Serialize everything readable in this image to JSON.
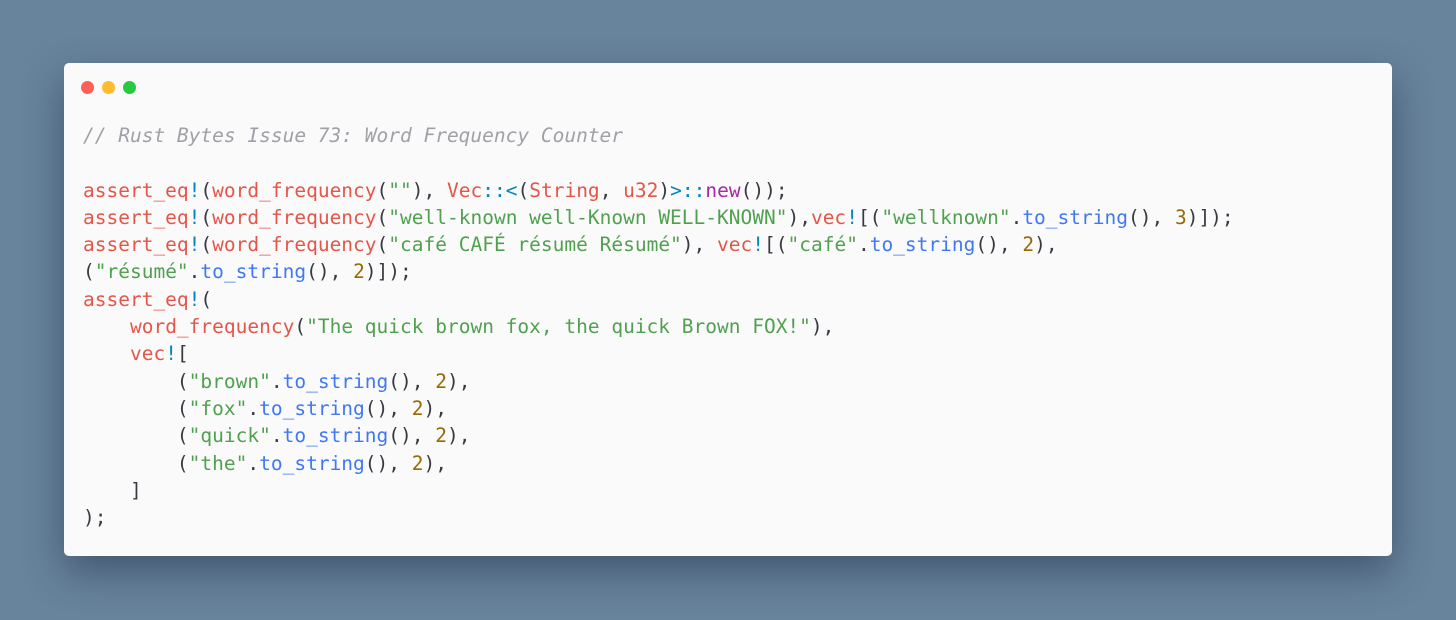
{
  "window": {
    "controls": {
      "close_color": "#ff5f57",
      "minimize_color": "#febc2e",
      "maximize_color": "#28c840"
    }
  },
  "code": {
    "language": "rust",
    "lines": [
      [
        {
          "t": "// Rust Bytes Issue 73: Word Frequency Counter",
          "k": "comment"
        }
      ],
      [],
      [
        {
          "t": "assert_eq",
          "k": "macro"
        },
        {
          "t": "!",
          "k": "bang"
        },
        {
          "t": "(",
          "k": "plain"
        },
        {
          "t": "word_frequency",
          "k": "ident"
        },
        {
          "t": "(",
          "k": "plain"
        },
        {
          "t": "\"\"",
          "k": "str"
        },
        {
          "t": "), ",
          "k": "plain"
        },
        {
          "t": "Vec",
          "k": "ident"
        },
        {
          "t": "::<",
          "k": "op"
        },
        {
          "t": "(",
          "k": "plain"
        },
        {
          "t": "String",
          "k": "ident"
        },
        {
          "t": ", ",
          "k": "plain"
        },
        {
          "t": "u32",
          "k": "ident"
        },
        {
          "t": ")",
          "k": "plain"
        },
        {
          "t": ">::",
          "k": "op"
        },
        {
          "t": "new",
          "k": "kw"
        },
        {
          "t": "());",
          "k": "plain"
        }
      ],
      [
        {
          "t": "assert_eq",
          "k": "macro"
        },
        {
          "t": "!",
          "k": "bang"
        },
        {
          "t": "(",
          "k": "plain"
        },
        {
          "t": "word_frequency",
          "k": "ident"
        },
        {
          "t": "(",
          "k": "plain"
        },
        {
          "t": "\"well-known well-Known WELL-KNOWN\"",
          "k": "str"
        },
        {
          "t": "),",
          "k": "plain"
        },
        {
          "t": "vec",
          "k": "macro"
        },
        {
          "t": "!",
          "k": "bang"
        },
        {
          "t": "[(",
          "k": "plain"
        },
        {
          "t": "\"wellknown\"",
          "k": "str"
        },
        {
          "t": ".",
          "k": "plain"
        },
        {
          "t": "to_string",
          "k": "method"
        },
        {
          "t": "(), ",
          "k": "plain"
        },
        {
          "t": "3",
          "k": "num"
        },
        {
          "t": ")]);",
          "k": "plain"
        }
      ],
      [
        {
          "t": "assert_eq",
          "k": "macro"
        },
        {
          "t": "!",
          "k": "bang"
        },
        {
          "t": "(",
          "k": "plain"
        },
        {
          "t": "word_frequency",
          "k": "ident"
        },
        {
          "t": "(",
          "k": "plain"
        },
        {
          "t": "\"café CAFÉ résumé Résumé\"",
          "k": "str"
        },
        {
          "t": "), ",
          "k": "plain"
        },
        {
          "t": "vec",
          "k": "macro"
        },
        {
          "t": "!",
          "k": "bang"
        },
        {
          "t": "[(",
          "k": "plain"
        },
        {
          "t": "\"café\"",
          "k": "str"
        },
        {
          "t": ".",
          "k": "plain"
        },
        {
          "t": "to_string",
          "k": "method"
        },
        {
          "t": "(), ",
          "k": "plain"
        },
        {
          "t": "2",
          "k": "num"
        },
        {
          "t": "),",
          "k": "plain"
        }
      ],
      [
        {
          "t": "(",
          "k": "plain"
        },
        {
          "t": "\"résumé\"",
          "k": "str"
        },
        {
          "t": ".",
          "k": "plain"
        },
        {
          "t": "to_string",
          "k": "method"
        },
        {
          "t": "(), ",
          "k": "plain"
        },
        {
          "t": "2",
          "k": "num"
        },
        {
          "t": ")]);",
          "k": "plain"
        }
      ],
      [
        {
          "t": "assert_eq",
          "k": "macro"
        },
        {
          "t": "!",
          "k": "bang"
        },
        {
          "t": "(",
          "k": "plain"
        }
      ],
      [
        {
          "t": "    ",
          "k": "plain"
        },
        {
          "t": "word_frequency",
          "k": "ident"
        },
        {
          "t": "(",
          "k": "plain"
        },
        {
          "t": "\"The quick brown fox, the quick Brown FOX!\"",
          "k": "str"
        },
        {
          "t": "),",
          "k": "plain"
        }
      ],
      [
        {
          "t": "    ",
          "k": "plain"
        },
        {
          "t": "vec",
          "k": "macro"
        },
        {
          "t": "!",
          "k": "bang"
        },
        {
          "t": "[",
          "k": "plain"
        }
      ],
      [
        {
          "t": "        (",
          "k": "plain"
        },
        {
          "t": "\"brown\"",
          "k": "str"
        },
        {
          "t": ".",
          "k": "plain"
        },
        {
          "t": "to_string",
          "k": "method"
        },
        {
          "t": "(), ",
          "k": "plain"
        },
        {
          "t": "2",
          "k": "num"
        },
        {
          "t": "),",
          "k": "plain"
        }
      ],
      [
        {
          "t": "        (",
          "k": "plain"
        },
        {
          "t": "\"fox\"",
          "k": "str"
        },
        {
          "t": ".",
          "k": "plain"
        },
        {
          "t": "to_string",
          "k": "method"
        },
        {
          "t": "(), ",
          "k": "plain"
        },
        {
          "t": "2",
          "k": "num"
        },
        {
          "t": "),",
          "k": "plain"
        }
      ],
      [
        {
          "t": "        (",
          "k": "plain"
        },
        {
          "t": "\"quick\"",
          "k": "str"
        },
        {
          "t": ".",
          "k": "plain"
        },
        {
          "t": "to_string",
          "k": "method"
        },
        {
          "t": "(), ",
          "k": "plain"
        },
        {
          "t": "2",
          "k": "num"
        },
        {
          "t": "),",
          "k": "plain"
        }
      ],
      [
        {
          "t": "        (",
          "k": "plain"
        },
        {
          "t": "\"the\"",
          "k": "str"
        },
        {
          "t": ".",
          "k": "plain"
        },
        {
          "t": "to_string",
          "k": "method"
        },
        {
          "t": "(), ",
          "k": "plain"
        },
        {
          "t": "2",
          "k": "num"
        },
        {
          "t": "),",
          "k": "plain"
        }
      ],
      [
        {
          "t": "    ]",
          "k": "plain"
        }
      ],
      [
        {
          "t": ");",
          "k": "plain"
        }
      ]
    ]
  }
}
